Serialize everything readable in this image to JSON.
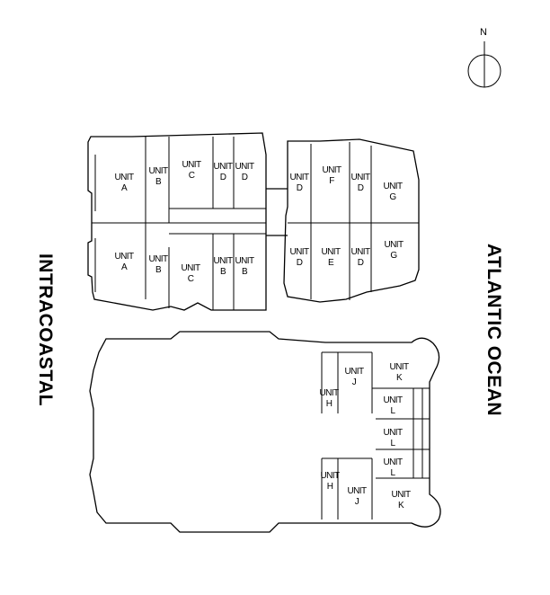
{
  "compass": {
    "label": "N",
    "icon": "north-arrow-icon"
  },
  "labels": {
    "west": "INTRACOASTAL",
    "east": "ATLANTIC OCEAN"
  },
  "unit_word": "UNIT",
  "upper_wing_units": [
    "A",
    "B",
    "C",
    "D",
    "D",
    "A",
    "B",
    "C",
    "B",
    "B"
  ],
  "east_wing_units": [
    "D",
    "F",
    "D",
    "G",
    "D",
    "E",
    "D",
    "G"
  ],
  "lower_units": [
    "K",
    "J",
    "H",
    "L",
    "L",
    "L",
    "H",
    "J",
    "K"
  ]
}
